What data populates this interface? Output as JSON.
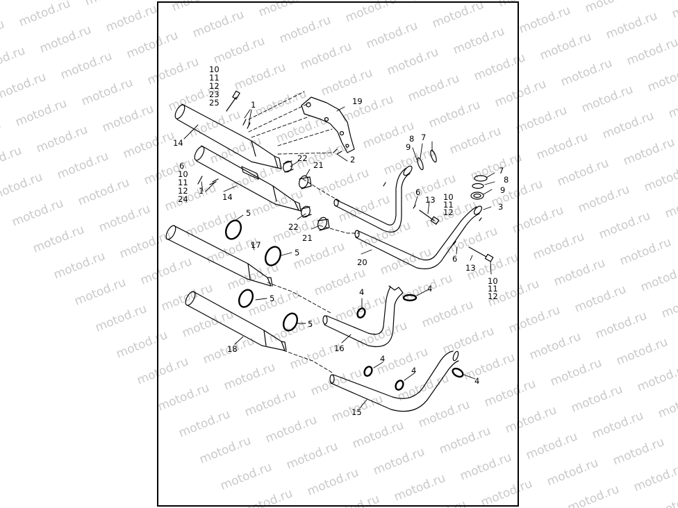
{
  "watermark": {
    "text": "motod.ru",
    "color": "#c9c9c9"
  },
  "diagram": {
    "labels": {
      "l10a": "10",
      "l11a": "11",
      "l12a": "12",
      "l23": "23",
      "l25": "25",
      "l1a": "1",
      "l19": "19",
      "l14a": "14",
      "l2": "2",
      "l22a": "22",
      "l21a": "21",
      "l6a": "6",
      "l10b": "10",
      "l11b": "11",
      "l12b": "12",
      "l24": "24",
      "l1b": "1",
      "l14b": "14",
      "l8a": "8",
      "l7a": "7",
      "l9a": "9",
      "l7b": "7",
      "l8b": "8",
      "l9b": "9",
      "l3": "3",
      "l6b": "6",
      "l13a": "13",
      "l10c": "10",
      "l11c": "11",
      "l12c": "12",
      "l22b": "22",
      "l21b": "21",
      "l5a": "5",
      "l17": "17",
      "l5b": "5",
      "l20": "20",
      "l6c": "6",
      "l13b": "13",
      "l10d": "10",
      "l11d": "11",
      "l12d": "12",
      "l5c": "5",
      "l4a": "4",
      "l4b": "4",
      "l5d": "5",
      "l16": "16",
      "l18": "18",
      "l4c": "4",
      "l4d": "4",
      "l4e": "4",
      "l15": "15"
    }
  }
}
